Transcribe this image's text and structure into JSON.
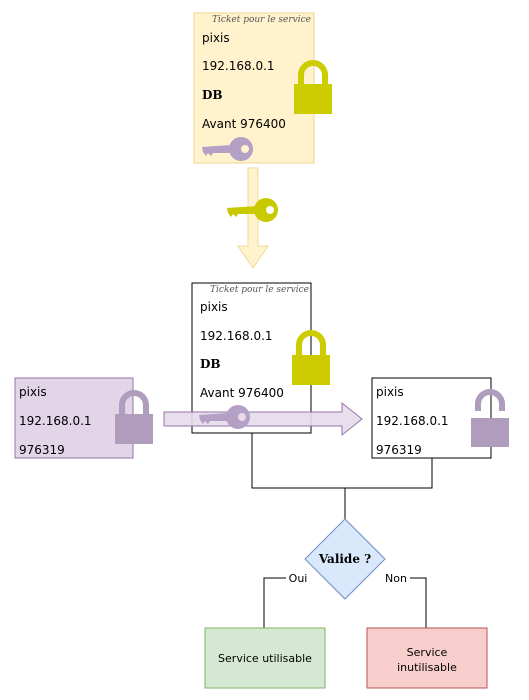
{
  "top_ticket": {
    "caption": "Ticket pour le service",
    "user": "pixis",
    "ip": "192.168.0.1",
    "service": "DB",
    "validity": "Avant 976400",
    "colors": {
      "fill": "#fff2cc",
      "stroke": "#f0d58e",
      "lock": "#cccc00",
      "key": "#b5a0c5"
    }
  },
  "arrow_key": {
    "color": "#c9c900",
    "arrow_fill": "#fff2cc",
    "arrow_stroke": "#f1d99b"
  },
  "middle_ticket": {
    "caption": "Ticket pour le service",
    "user": "pixis",
    "ip": "192.168.0.1",
    "service": "DB",
    "validity": "Avant 976400"
  },
  "authenticator": {
    "user": "pixis",
    "ip": "192.168.0.1",
    "timestamp": "976319",
    "colors": {
      "fill": "#e1d5e7",
      "stroke": "#9673a6",
      "lock": "#b09cbd"
    }
  },
  "decrypted": {
    "user": "pixis",
    "ip": "192.168.0.1",
    "timestamp": "976319"
  },
  "decision": {
    "question": "Valide ?",
    "yes_label": "Oui",
    "no_label": "Non",
    "colors": {
      "fill": "#dae8fc",
      "stroke": "#6c8ebf"
    }
  },
  "outcomes": {
    "ok": {
      "label": "Service utilisable",
      "fill": "#d5e8d4",
      "stroke": "#82b366"
    },
    "ko": {
      "label_line1": "Service",
      "label_line2": "inutilisable",
      "fill": "#f8cecc",
      "stroke": "#b85450"
    }
  }
}
